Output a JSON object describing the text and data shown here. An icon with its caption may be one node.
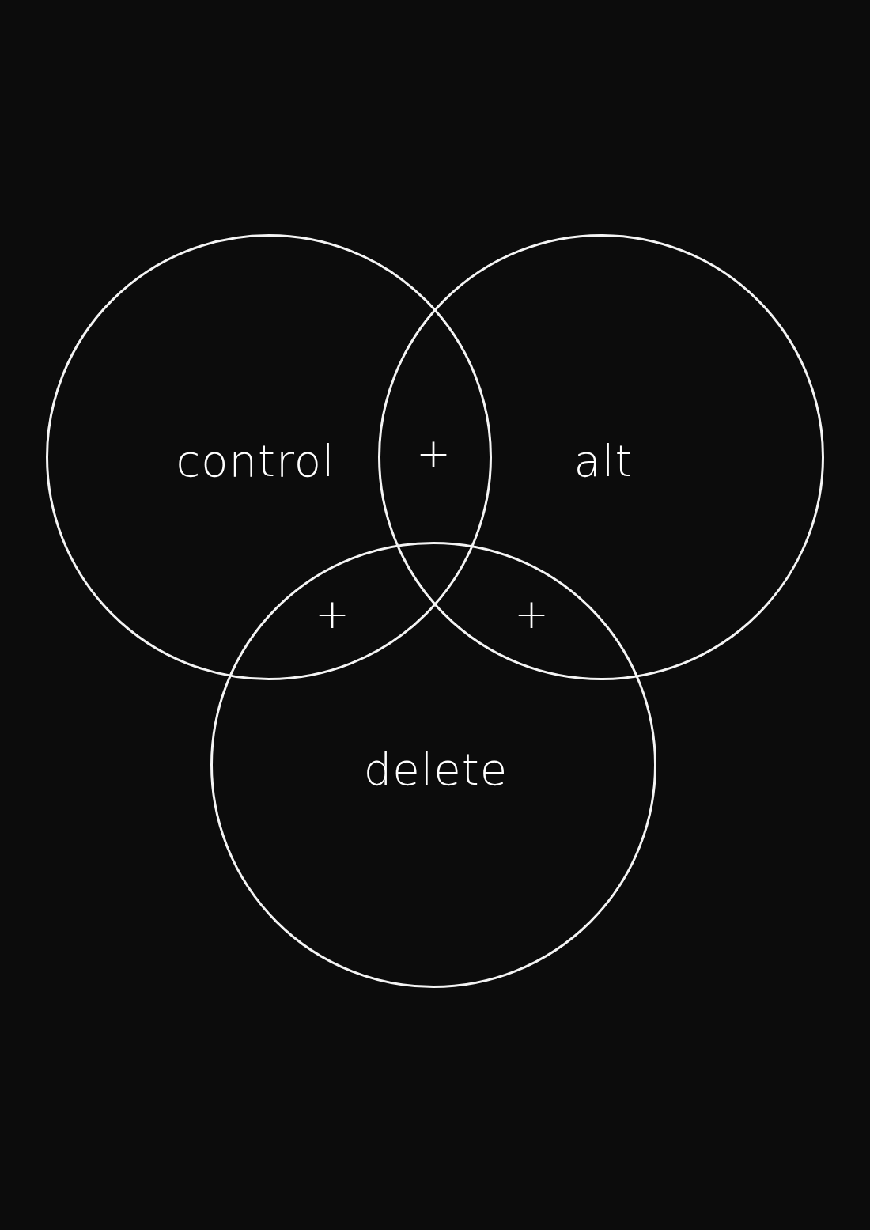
{
  "diagram": {
    "nodes": [
      {
        "text": [
          "control"
        ]
      },
      {
        "text": [
          "alt"
        ]
      },
      {
        "text": [
          "delete"
        ]
      }
    ],
    "labels": [
      "+",
      "+",
      "+"
    ]
  }
}
